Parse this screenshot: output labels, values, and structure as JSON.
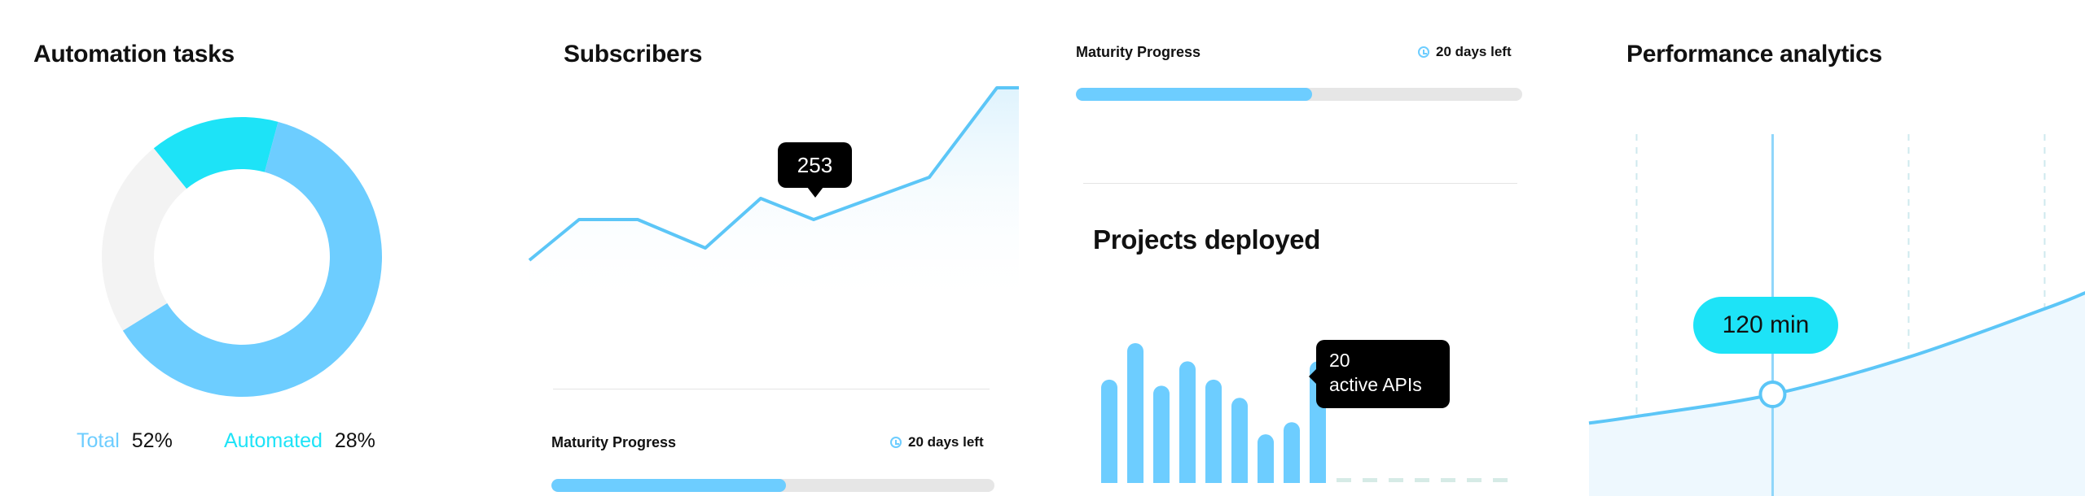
{
  "colors": {
    "blue": "#6dcdff",
    "cyan": "#1de3f7",
    "line": "#5cc6f7",
    "track": "#e6e6e6",
    "donut_rest": "#f3f3f3",
    "tooltip": "#000000"
  },
  "automation": {
    "title": "Automation tasks",
    "legend": [
      {
        "label": "Total",
        "value": "52%",
        "color": "#6dcdff"
      },
      {
        "label": "Automated",
        "value": "28%",
        "color": "#1de3f7"
      }
    ]
  },
  "subscribers": {
    "title": "Subscribers",
    "tooltip": "253"
  },
  "maturity_bottom": {
    "label": "Maturity Progress",
    "days_left": "20 days left",
    "progress": 0.53
  },
  "maturity_top": {
    "label": "Maturity Progress",
    "days_left": "20 days left",
    "progress": 0.53
  },
  "projects": {
    "title": "Projects deployed",
    "tooltip_value": "20",
    "tooltip_label": "active APIs"
  },
  "performance": {
    "title": "Performance analytics",
    "pill": "120 min"
  },
  "chart_data": [
    {
      "type": "pie",
      "variant": "donut",
      "title": "Automation tasks",
      "segments": [
        {
          "label": "Automated",
          "share": 15,
          "color": "#1de3f7"
        },
        {
          "label": "Total",
          "share": 62,
          "color": "#6dcdff"
        },
        {
          "label": "",
          "share": 23,
          "color": "#f3f3f3"
        }
      ],
      "start_angle_deg": -39
    },
    {
      "type": "area",
      "title": "Subscribers",
      "x": [
        0,
        1,
        2,
        3,
        4,
        5,
        6,
        7,
        8
      ],
      "values": [
        203,
        253,
        253,
        218,
        279,
        253,
        305,
        415,
        415
      ],
      "highlight_index": 5,
      "ylim": [
        100,
        430
      ]
    },
    {
      "type": "bar",
      "title": "Projects deployed",
      "values": [
        17,
        23,
        16,
        20,
        17,
        14,
        8,
        10,
        20
      ],
      "empty_slots": 7,
      "highlight_index": 8,
      "ylim": [
        0,
        25
      ]
    },
    {
      "type": "area",
      "title": "Performance analytics",
      "x": [
        0,
        0.35,
        1.35,
        2.35,
        3.35,
        3.65
      ],
      "values": [
        86,
        94,
        120,
        164,
        221,
        240
      ],
      "highlight_index": 2,
      "ylim": [
        0,
        300
      ],
      "gridlines_x": [
        0.35,
        1.35,
        2.35,
        3.35
      ]
    }
  ]
}
